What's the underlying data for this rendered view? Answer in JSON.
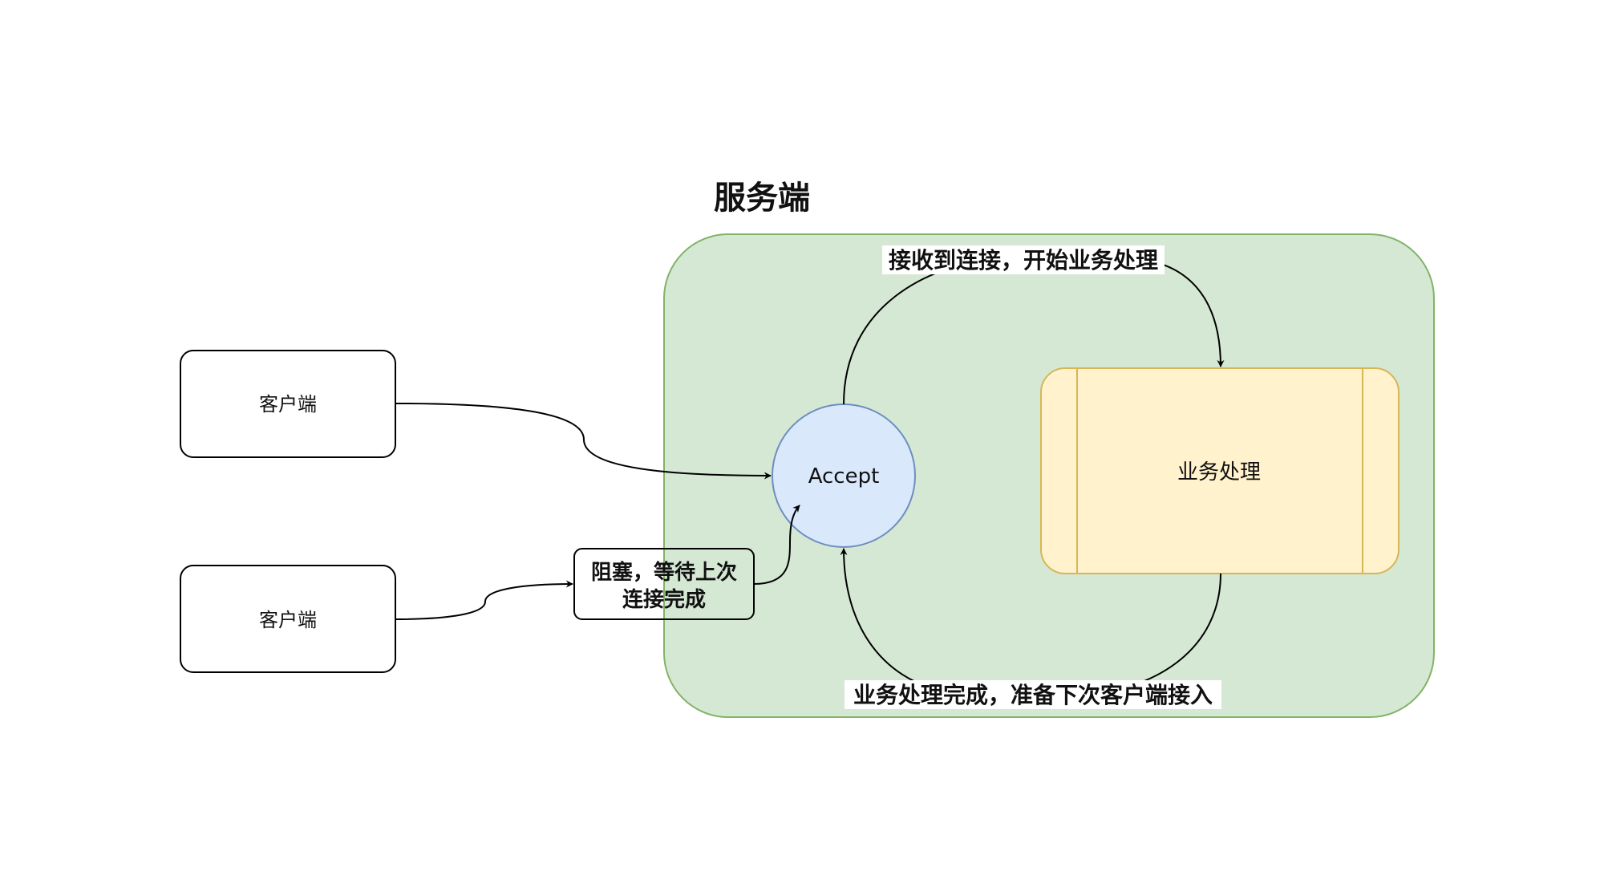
{
  "diagram": {
    "server_title": "服务端",
    "client_1": "客户端",
    "client_2": "客户端",
    "accept_node": "Accept",
    "business_node": "业务处理",
    "blocking_note_line1": "阻塞，等待上次",
    "blocking_note_line2": "连接完成",
    "edge_connect_label": "接收到连接，开始业务处理",
    "edge_done_label": "业务处理完成，准备下次客户端接入"
  },
  "colors": {
    "server_fill": "#d5e8d4",
    "server_stroke": "#82b366",
    "accept_fill": "#dae8fc",
    "accept_stroke": "#6c8ebf",
    "business_fill": "#fff2cc",
    "business_stroke": "#d6b656"
  }
}
